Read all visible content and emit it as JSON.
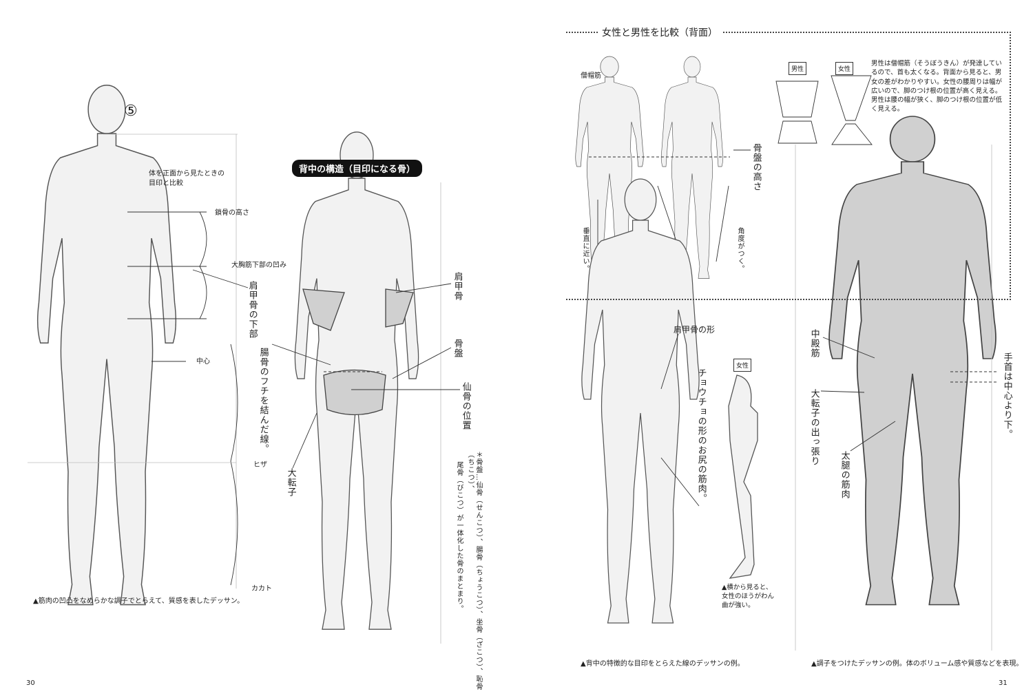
{
  "left_page": {
    "number": "30",
    "step_marker": "⑤",
    "front_compare_note": "体を正面から見たときの\n目印と比較",
    "labels": {
      "clavicle_height": "鎖骨の高さ",
      "pectoral_dent": "大胸筋下部の凹み",
      "scapula_bottom": "肩甲骨の下部",
      "center": "中心",
      "knee": "ヒザ",
      "heel": "カカト"
    },
    "caption_left": "▲筋肉の凹凸をなめらかな調子でとらえて、質感を表したデッサン。",
    "back_structure": {
      "banner": "背中の構造（目印になる骨）",
      "iliac_line": "腸骨のフチを結んだ線。",
      "greater_trochanter": "大転子",
      "scapula": "肩甲骨",
      "pelvis": "骨盤",
      "sacrum_position": "仙骨の位置",
      "note_line1": "＊骨盤…仙骨（せんこつ）、腸骨（ちょうこつ）、坐骨（ざこつ）、恥骨（ちこつ）、",
      "note_line2": "尾骨（びこつ）が一体化した骨のまとまり。"
    }
  },
  "right_page": {
    "number": "31",
    "comparison": {
      "title": "女性と男性を比較（背面）",
      "trapezius": "僧帽筋",
      "pelvis_height": "骨盤の高さ",
      "near_vertical": "垂直に近い。",
      "angled": "角度がつく。",
      "male_label": "男性",
      "female_label": "女性",
      "description": "男性は僧帽筋（そうぼうきん）が発達してい\nるので、首も太くなる。背面から見ると、男\n女の差がわかりやすい。女性の腰周りは幅が\n広いので、脚のつけ根の位置が高く見える。\n男性は腰の幅が狭く、脚のつけ根の位置が低\nく見える。"
    },
    "line_drawing": {
      "scapula_shape": "肩甲骨の形",
      "female_label": "女性",
      "butterfly": "チョウチョの形のお尻の筋肉。",
      "side_caption": "▲横から見ると、\n女性のほうがわん\n曲が強い。",
      "caption": "▲背中の特徴的な目印をとらえた線のデッサンの例。"
    },
    "shaded_drawing": {
      "gluteus_medius": "中殿筋",
      "trochanter_bulge": "大転子の出っ張り",
      "thigh_muscle": "太腿の筋肉",
      "wrist_note": "手首は中心より下。",
      "caption": "▲調子をつけたデッサンの例。体のボリューム感や質感などを表現。"
    }
  }
}
